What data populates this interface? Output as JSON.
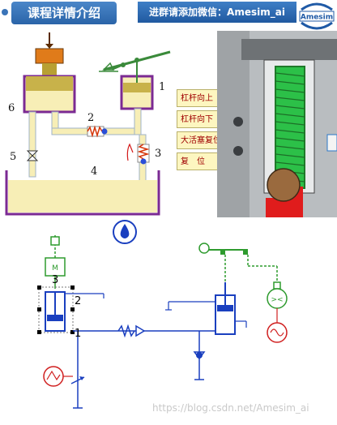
{
  "header": {
    "title": "课程详情介绍",
    "wechat": "进群请添加微信：Amesim_ai",
    "logo_text": "Amesim"
  },
  "hyd_diagram": {
    "labels": [
      "1",
      "2",
      "3",
      "4",
      "5",
      "6"
    ],
    "buttons": [
      "杠杆向上",
      "杠杆向下",
      "大活塞复位",
      "复　位"
    ]
  },
  "schematic": {
    "labels": [
      "3",
      "2",
      "1"
    ],
    "mode_icon": "hydraulic-drop-icon"
  },
  "watermark": "https://blog.csdn.net/Amesim_ai",
  "colors": {
    "header_blue": "#2f6db5",
    "oil": "#f7eeb6",
    "tank_border": "#7b2a93",
    "piston": "#c8b24a",
    "spring_green": "#27b441",
    "line_blue": "#1a3fbf",
    "sensor_red": "#d02020",
    "button_bg": "#fdf6c0"
  }
}
